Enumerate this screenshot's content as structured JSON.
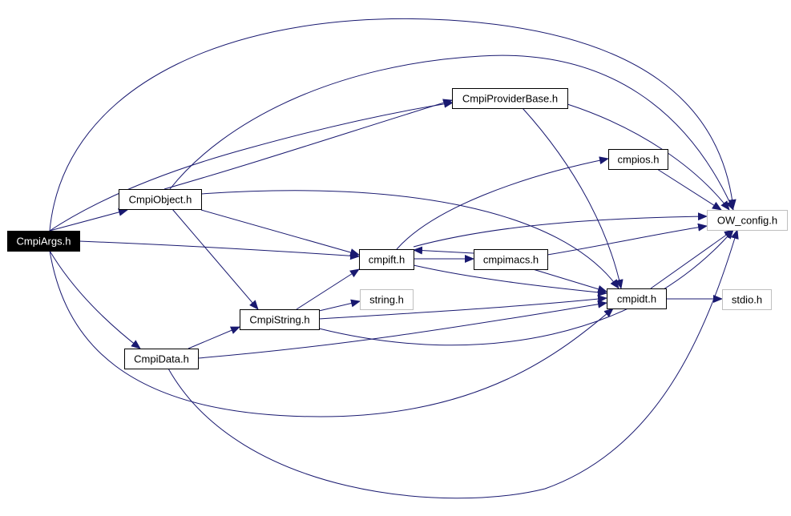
{
  "colors": {
    "edge": "#191970",
    "node_border": "#000000",
    "node_border_external": "#bfbfbf",
    "root_fill": "#000000",
    "root_text": "#ffffff",
    "node_fill": "#ffffff",
    "node_text": "#000000"
  },
  "nodes": [
    {
      "id": "cmpiargs",
      "label": "CmpiArgs.h",
      "kind": "root"
    },
    {
      "id": "cmpiobject",
      "label": "CmpiObject.h",
      "kind": "normal"
    },
    {
      "id": "cmpiproviderbase",
      "label": "CmpiProviderBase.h",
      "kind": "normal"
    },
    {
      "id": "cmpios",
      "label": "cmpios.h",
      "kind": "normal"
    },
    {
      "id": "owconfig",
      "label": "OW_config.h",
      "kind": "external"
    },
    {
      "id": "cmpift",
      "label": "cmpift.h",
      "kind": "normal"
    },
    {
      "id": "cmpimacs",
      "label": "cmpimacs.h",
      "kind": "normal"
    },
    {
      "id": "stringh",
      "label": "string.h",
      "kind": "external"
    },
    {
      "id": "cmpistring",
      "label": "CmpiString.h",
      "kind": "normal"
    },
    {
      "id": "cmpidt",
      "label": "cmpidt.h",
      "kind": "normal"
    },
    {
      "id": "stdio",
      "label": "stdio.h",
      "kind": "external"
    },
    {
      "id": "cmpidata",
      "label": "CmpiData.h",
      "kind": "normal"
    }
  ],
  "edges": [
    {
      "from": "cmpiargs",
      "to": "cmpiobject"
    },
    {
      "from": "cmpiargs",
      "to": "cmpiproviderbase"
    },
    {
      "from": "cmpiargs",
      "to": "owconfig"
    },
    {
      "from": "cmpiargs",
      "to": "cmpift"
    },
    {
      "from": "cmpiargs",
      "to": "cmpidata"
    },
    {
      "from": "cmpiargs",
      "to": "cmpidt"
    },
    {
      "from": "cmpiobject",
      "to": "cmpiproviderbase"
    },
    {
      "from": "cmpiobject",
      "to": "owconfig"
    },
    {
      "from": "cmpiobject",
      "to": "cmpift"
    },
    {
      "from": "cmpiobject",
      "to": "cmpistring"
    },
    {
      "from": "cmpiobject",
      "to": "cmpidt"
    },
    {
      "from": "cmpiproviderbase",
      "to": "owconfig"
    },
    {
      "from": "cmpiproviderbase",
      "to": "cmpidt"
    },
    {
      "from": "cmpift",
      "to": "cmpios"
    },
    {
      "from": "cmpift",
      "to": "owconfig"
    },
    {
      "from": "cmpift",
      "to": "cmpimacs"
    },
    {
      "from": "cmpift",
      "to": "cmpidt"
    },
    {
      "from": "cmpimacs",
      "to": "cmpift"
    },
    {
      "from": "cmpimacs",
      "to": "owconfig"
    },
    {
      "from": "cmpimacs",
      "to": "cmpidt"
    },
    {
      "from": "cmpios",
      "to": "owconfig"
    },
    {
      "from": "cmpistring",
      "to": "cmpift"
    },
    {
      "from": "cmpistring",
      "to": "stringh"
    },
    {
      "from": "cmpistring",
      "to": "cmpidt"
    },
    {
      "from": "cmpistring",
      "to": "owconfig"
    },
    {
      "from": "cmpidata",
      "to": "cmpistring"
    },
    {
      "from": "cmpidata",
      "to": "cmpidt"
    },
    {
      "from": "cmpidata",
      "to": "owconfig"
    },
    {
      "from": "cmpidt",
      "to": "owconfig"
    },
    {
      "from": "cmpidt",
      "to": "stdio"
    }
  ]
}
